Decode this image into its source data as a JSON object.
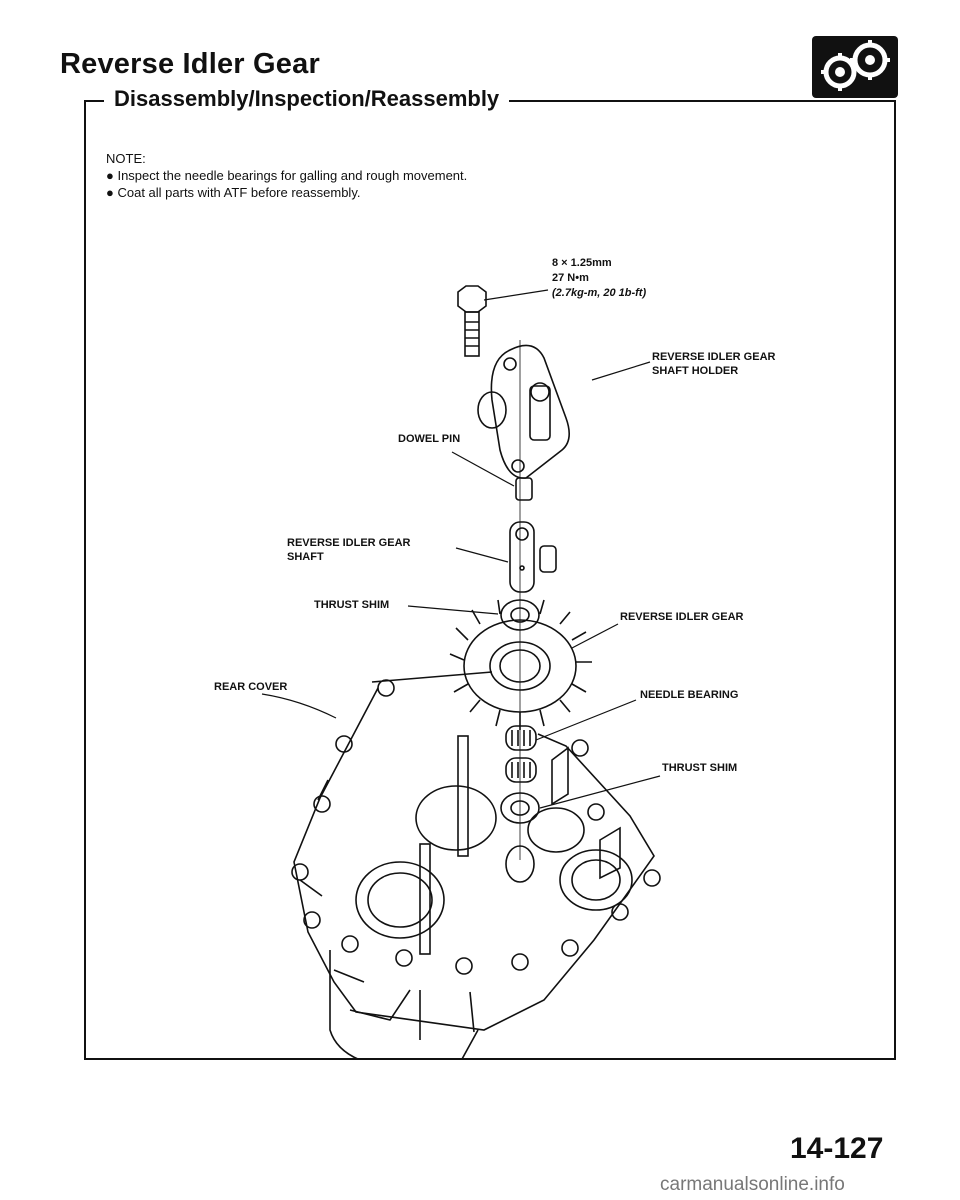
{
  "header": {
    "title": "Reverse Idler Gear",
    "subtitle": "Disassembly/Inspection/Reassembly",
    "section_icon": "gear-assembly-icon"
  },
  "note": {
    "title": "NOTE:",
    "items": [
      "Inspect the needle bearings for galling and rough movement.",
      "Coat all parts with ATF before reassembly."
    ]
  },
  "diagram": {
    "bolt_spec": [
      "8 × 1.25mm",
      "27 N•m",
      "(2.7kg-m, 20 1b-ft)"
    ],
    "labels": {
      "shaft_holder": [
        "REVERSE IDLER GEAR",
        "SHAFT HOLDER"
      ],
      "dowel_pin": "DOWEL PIN",
      "shaft": [
        "REVERSE IDLER GEAR",
        "SHAFT"
      ],
      "thrust_shim_upper": "THRUST SHIM",
      "idler_gear": "REVERSE IDLER GEAR",
      "rear_cover": "REAR COVER",
      "needle_bearing": "NEEDLE BEARING",
      "thrust_shim_lower": "THRUST SHIM"
    }
  },
  "footer": {
    "page_number": "14-127",
    "watermark": "carmanualsonline.info"
  }
}
